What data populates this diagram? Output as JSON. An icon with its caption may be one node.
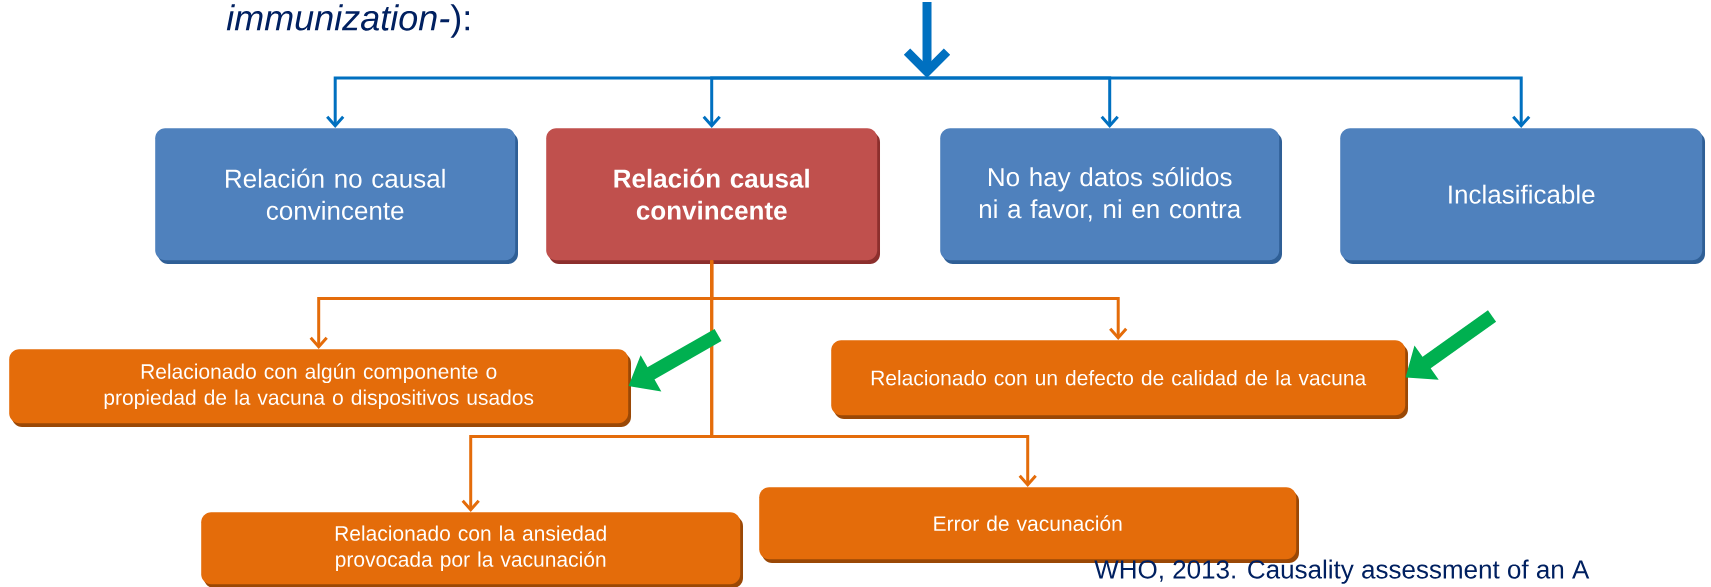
{
  "diagram": {
    "nodes": [
      {
        "text": [
          "Relación  no causal convincente"
        ]
      },
      {
        "text": [
          "Relación causal convincente"
        ]
      },
      {
        "text": [
          "No hay datos sólidos ni a favor, ni en contra"
        ]
      },
      {
        "text": [
          "Inclasificable"
        ]
      },
      {
        "text": [
          "Relacionado con algún componente o propiedad de la vacuna o dispositivos  usados"
        ]
      },
      {
        "text": [
          "Relacionado con un defecto de calidad de la vacuna"
        ]
      },
      {
        "text": [
          "Relacionado con la ansiedad provocada por la vacunación"
        ]
      },
      {
        "text": [
          "Error de vacunación"
        ]
      }
    ],
    "edges": [
      {
        "from": null,
        "to": 0,
        "arrow": "to",
        "color": "#0070c0"
      },
      {
        "from": null,
        "to": 1,
        "arrow": "to",
        "color": "#0070c0"
      },
      {
        "from": null,
        "to": 2,
        "arrow": "to",
        "color": "#0070c0"
      },
      {
        "from": null,
        "to": 3,
        "arrow": "to",
        "color": "#0070c0"
      },
      {
        "from": 1,
        "to": 4,
        "arrow": "to",
        "color": "#e46c0a"
      },
      {
        "from": 1,
        "to": 5,
        "arrow": "to",
        "color": "#e46c0a"
      },
      {
        "from": 1,
        "to": 6,
        "arrow": "to",
        "color": "#e46c0a"
      },
      {
        "from": 1,
        "to": 7,
        "arrow": "to",
        "color": "#e46c0a"
      },
      {
        "from": null,
        "to": 4,
        "arrow": "to",
        "style": "thick",
        "color": "#00b050"
      },
      {
        "from": null,
        "to": 5,
        "arrow": "to",
        "style": "thick",
        "color": "#00b050"
      }
    ],
    "labels": [
      "*immunization-*):",
      "WHO, 2013. Causality assessment of an A"
    ]
  }
}
